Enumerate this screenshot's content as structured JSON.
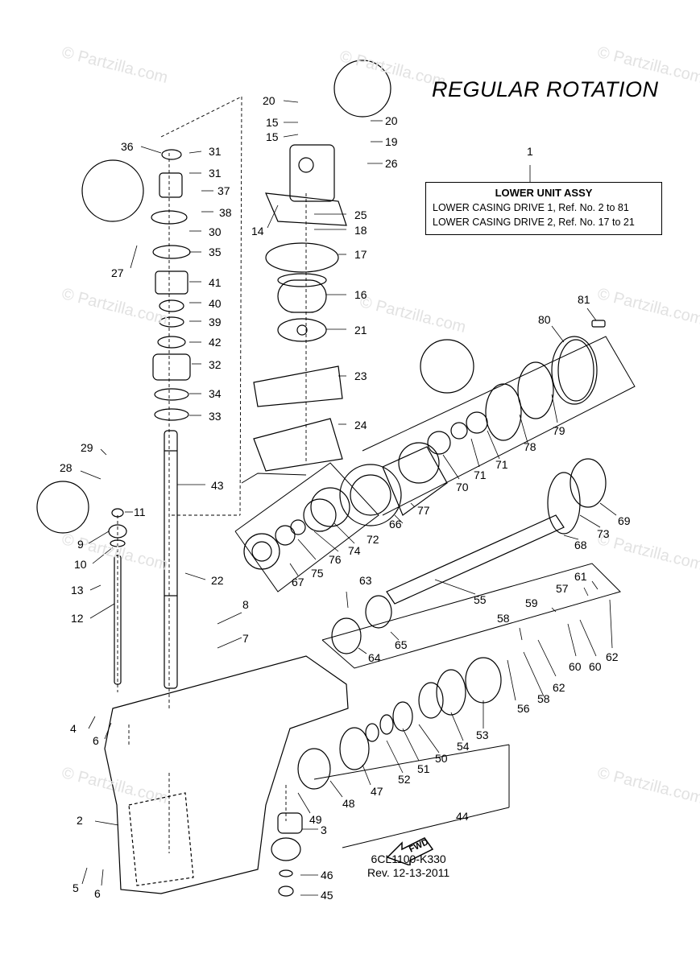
{
  "title": "REGULAR ROTATION",
  "watermark": "© Partzilla.com",
  "assembly_box": {
    "ref": "1",
    "heading": "LOWER UNIT ASSY",
    "line1": "LOWER CASING DRIVE 1,  Ref. No. 2 to 81",
    "line2": "LOWER CASING DRIVE 2,  Ref. No. 17 to 21"
  },
  "fwd_label": "FWD",
  "diagram_code": "6CL1100-K330",
  "revision": "Rev.  12-13-2011",
  "callouts": [
    "20",
    "15",
    "15",
    "20",
    "19",
    "26",
    "36",
    "31",
    "31",
    "37",
    "38",
    "30",
    "27",
    "14",
    "25",
    "18",
    "17",
    "35",
    "41",
    "40",
    "39",
    "42",
    "32",
    "34",
    "33",
    "16",
    "21",
    "23",
    "24",
    "1",
    "81",
    "80",
    "79",
    "78",
    "71",
    "71",
    "70",
    "77",
    "66",
    "69",
    "73",
    "68",
    "76",
    "75",
    "74",
    "72",
    "67",
    "29",
    "28",
    "11",
    "9",
    "10",
    "13",
    "12",
    "43",
    "22",
    "8",
    "7",
    "63",
    "65",
    "64",
    "55",
    "61",
    "57",
    "59",
    "58",
    "62",
    "60",
    "60",
    "62",
    "58",
    "56",
    "4",
    "6",
    "53",
    "54",
    "50",
    "51",
    "52",
    "47",
    "48",
    "49",
    "3",
    "44",
    "2",
    "5",
    "6",
    "46",
    "45"
  ]
}
